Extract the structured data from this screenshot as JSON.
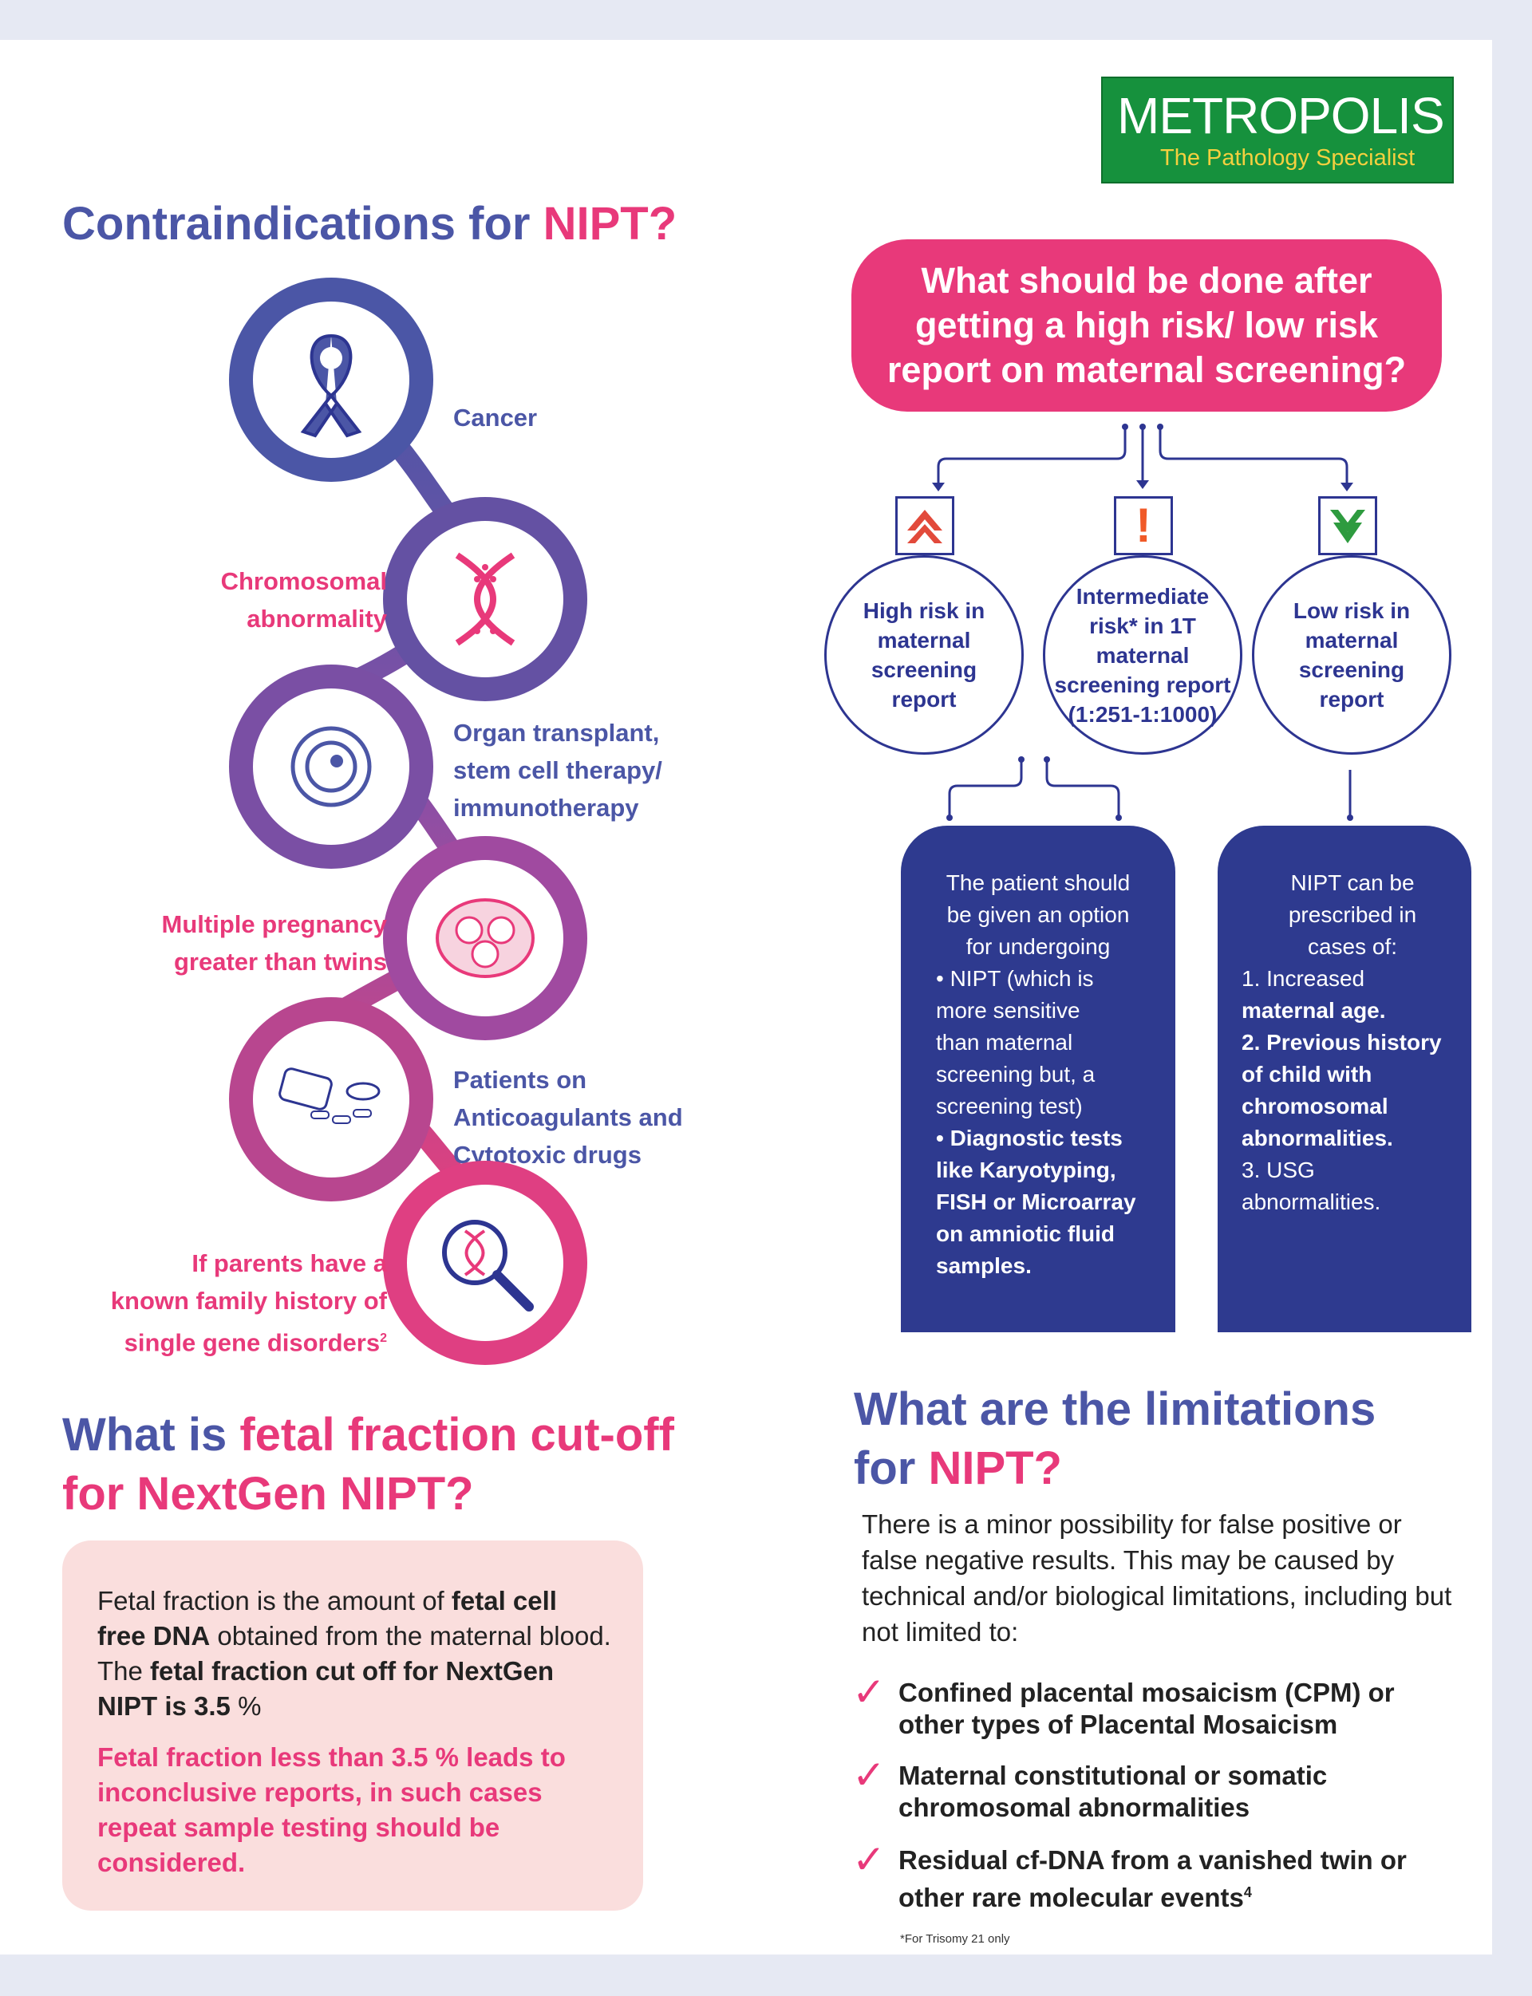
{
  "logo": {
    "brand": "METROPOLIS",
    "tagline": "The Pathology Specialist"
  },
  "contra": {
    "title_part1": "Contraindications for ",
    "title_part2": "NIPT?",
    "items": [
      {
        "lines": [
          "Cancer"
        ],
        "icon": "ribbon-icon"
      },
      {
        "lines": [
          "Chromosomal",
          "abnormality"
        ],
        "icon": "chromosome-icon"
      },
      {
        "lines": [
          "Organ transplant,",
          "stem cell therapy/",
          "immunotherapy"
        ],
        "icon": "cell-icon"
      },
      {
        "lines": [
          "Multiple pregnancy",
          "greater than twins"
        ],
        "icon": "womb-icon"
      },
      {
        "lines": [
          "Patients on",
          "Anticoagulants and",
          "Cytotoxic drugs"
        ],
        "icon": "pill-bottle-icon"
      },
      {
        "lines": [
          "If parents have a",
          "known family history of",
          "single gene disorders"
        ],
        "sup": "2",
        "icon": "dna-magnifier-icon"
      }
    ]
  },
  "risk": {
    "question": "What should be done after getting a high risk/ low risk report on maternal screening?",
    "high": {
      "l1": "High risk in",
      "l2": "maternal",
      "l3": "screening",
      "l4": "report"
    },
    "inter": {
      "l1": "Intermediate",
      "l2": "risk* in 1T",
      "l3": "maternal",
      "l4": "screening report",
      "l5": "(1:251-1:1000)"
    },
    "low": {
      "l1": "Low risk in",
      "l2": "maternal",
      "l3": "screening",
      "l4": "report"
    },
    "box1": {
      "l1": "The patient should",
      "l2": "be given an option",
      "l3": "for undergoing",
      "l4": "• NIPT (which is",
      "l5": "more sensitive",
      "l6": "than maternal",
      "l7": "screening but, a",
      "l8": "screening test)",
      "l9": "• Diagnostic tests",
      "l10": "like Karyotyping,",
      "l11": "FISH or Microarray",
      "l12": "on amniotic fluid",
      "l13": "samples."
    },
    "box2": {
      "l1": "NIPT can be",
      "l2": "prescribed in",
      "l3": "cases of:",
      "l4": "1. Increased",
      "l5": "maternal age.",
      "l6": "2. Previous history",
      "l7": "of child with",
      "l8": "chromosomal",
      "l9": "abnormalities.",
      "l10": "3. USG",
      "l11": "abnormalities."
    }
  },
  "fetal": {
    "title_p1": "What is ",
    "title_p2": "fetal fraction cut-off",
    "title_p3": "for NextGen NIPT?",
    "para_a": "Fetal fraction is the amount of ",
    "para_b": "fetal cell free DNA",
    "para_c": " obtained from the maternal blood. The ",
    "para_d": "fetal fraction cut off for NextGen NIPT is 3.5",
    "para_e": " %",
    "note": "Fetal fraction less than 3.5 % leads to inconclusive reports, in such cases repeat sample testing should be considered."
  },
  "limits": {
    "title_p1": "What are the limitations",
    "title_p2": "for ",
    "title_p3": "NIPT?",
    "intro": "There is a minor possibility for false positive or false negative results. This may be caused by technical and/or biological limitations, including but not limited to:",
    "b1l1": "Confined placental mosaicism (CPM) or",
    "b1l2": "other types of Placental Mosaicism",
    "b2l1": "Maternal constitutional or somatic",
    "b2l2": "chromosomal abnormalities",
    "b3l1": "Residual cf-DNA from a vanished twin or",
    "b3l2": "other rare molecular events",
    "b3sup": "4",
    "footnote": "*For Trisomy 21 only"
  },
  "colors": {
    "blue": "#4b56a6",
    "pink": "#e8397a",
    "navy": "#2e3a8f",
    "green": "#1e8a3a",
    "gold": "#f4d03f"
  }
}
